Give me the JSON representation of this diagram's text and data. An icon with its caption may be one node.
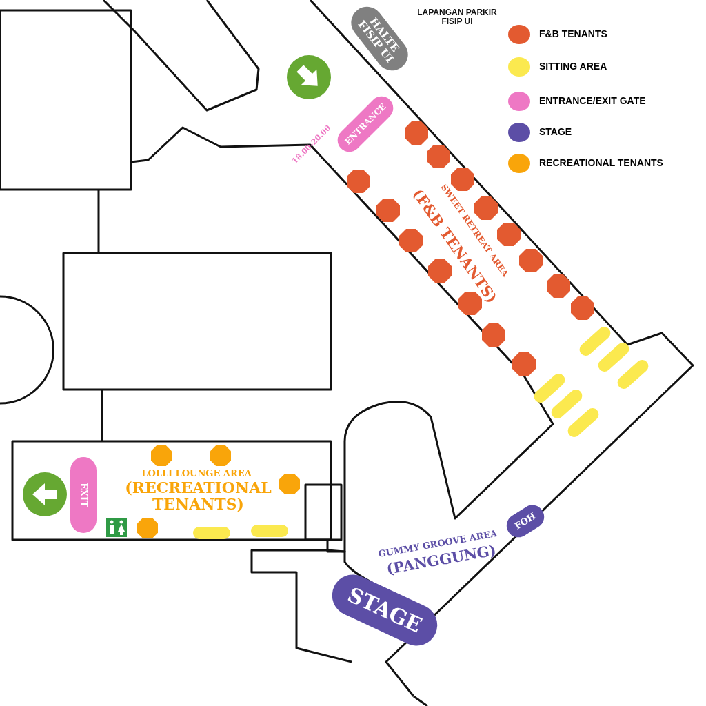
{
  "diagram": {
    "nodes": [
      {
        "text": [
          "HALTE FISIP UI"
        ]
      },
      {
        "text": [
          "ENTRANCE"
        ],
        "beside": [
          "18.00-20.00"
        ]
      },
      {
        "text": [
          "EXIT"
        ]
      },
      {
        "text": [
          "FOH"
        ]
      },
      {
        "text": [
          "STAGE"
        ]
      }
    ],
    "labels": [
      "LAPANGAN PARKIR FISIP UI",
      "SWEET RETREAT AREA",
      "(F&B TENANTS)",
      "LOLLI LOUNGE AREA",
      "(RECREATIONAL TENANTS)",
      "GUMMY GROOVE AREA",
      "(PANGGUNG)"
    ],
    "legend": [
      {
        "text": "F&B TENANTS",
        "color": "#e35a30"
      },
      {
        "text": "SITTING AREA",
        "color": "#fbe94f"
      },
      {
        "text": "ENTRANCE/EXIT GATE",
        "color": "#ee78c4"
      },
      {
        "text": "STAGE",
        "color": "#5c4ea6"
      },
      {
        "text": "RECREATIONAL TENANTS",
        "color": "#f9a50a"
      }
    ]
  }
}
